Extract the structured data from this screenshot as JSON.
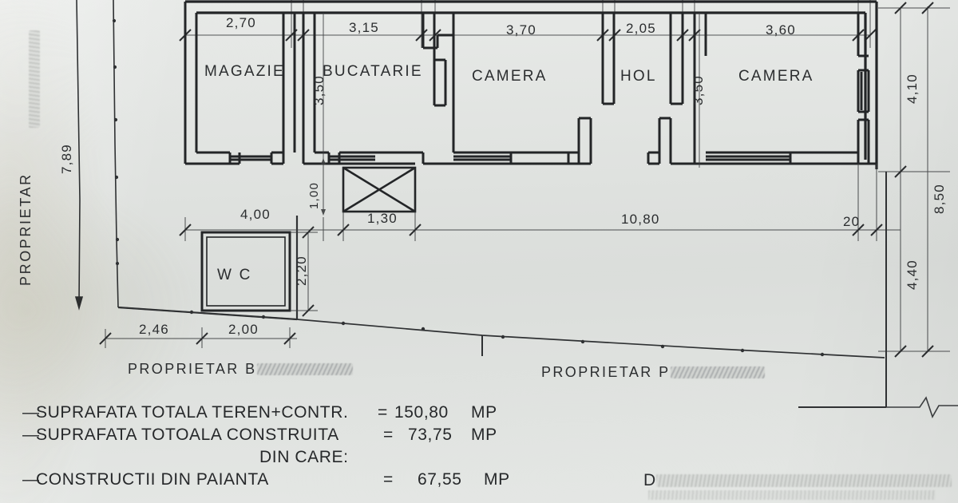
{
  "document": {
    "type": "architectural-floor-plan",
    "language": "ro",
    "paper_color": "#dfe2df",
    "ink_color": "#26282a"
  },
  "rooms": [
    {
      "name": "MAGAZIE",
      "width": "2,70",
      "height": "3,50"
    },
    {
      "name": "BUCATARIE",
      "width": "3,15",
      "height": "3,50"
    },
    {
      "name": "CAMERA",
      "width": "3,70",
      "height": "3,50"
    },
    {
      "name": "HOL",
      "width": "2,05",
      "height": "3,50"
    },
    {
      "name": "CAMERA",
      "width": "3,60",
      "height": "3,50"
    },
    {
      "name": "WC",
      "width": "2,00",
      "height": "2,20"
    }
  ],
  "dimensions": {
    "top_chain": [
      "2,70",
      "3,15",
      "3,70",
      "2,05",
      "3,60"
    ],
    "interior_height_left": "3,50",
    "interior_height_right": "3,50",
    "entry_depth": "1,00",
    "entry_width": "1,30",
    "left_offset": "4,00",
    "building_length": "10,80",
    "wall_thickness": "20",
    "right_chain": [
      "4,10",
      "8,50",
      "4,40"
    ],
    "left_boundary": "7,89",
    "bottom_chain": [
      "2,46",
      "2,00"
    ],
    "wc_height": "2,20"
  },
  "labels": {
    "room_magazie": "MAGAZIE",
    "room_bucatarie": "BUCATARIE",
    "room_camera_1": "CAMERA",
    "room_hol": "HOL",
    "room_camera_2": "CAMERA",
    "room_wc": "W C",
    "dim_270": "2,70",
    "dim_315": "3,15",
    "dim_370": "3,70",
    "dim_205": "2,05",
    "dim_360": "3,60",
    "dim_350_left": "3,50",
    "dim_350_right": "3,50",
    "dim_100": "1,00",
    "dim_130": "1,30",
    "dim_400": "4,00",
    "dim_1080": "10,80",
    "dim_20": "20",
    "dim_410": "4,10",
    "dim_850": "8,50",
    "dim_440": "4,40",
    "dim_789": "7,89",
    "dim_246": "2,46",
    "dim_200": "2,00",
    "dim_220": "2,20"
  },
  "owners": {
    "left_vertical": "PROPRIETAR",
    "left_vertical_name_redacted": true,
    "bottom_left": "PROPRIETAR",
    "bottom_left_name": "B",
    "bottom_left_name_redacted": true,
    "bottom_right": "PROPRIETAR",
    "bottom_right_name": "P",
    "bottom_right_name_redacted": true,
    "footer_redacted_initial": "D",
    "footer_redacted": true
  },
  "notes": [
    {
      "id": "teren",
      "prefix": "—",
      "text": "SUPRAFATA TOTALA TEREN+CONTR.",
      "eq": "=",
      "value": "150,80",
      "unit": "MP"
    },
    {
      "id": "construita",
      "prefix": "—",
      "text": "SUPRAFATA TOTOALA CONSTRUITA",
      "eq": "=",
      "value": "73,75",
      "unit": "MP"
    },
    {
      "id": "din_care",
      "prefix": "",
      "text": "DIN CARE:",
      "eq": "",
      "value": "",
      "unit": ""
    },
    {
      "id": "paianta",
      "prefix": "—",
      "text": "CONSTRUCTII DIN PAIANTA",
      "eq": "=",
      "value": "67,55",
      "unit": "MP"
    }
  ]
}
